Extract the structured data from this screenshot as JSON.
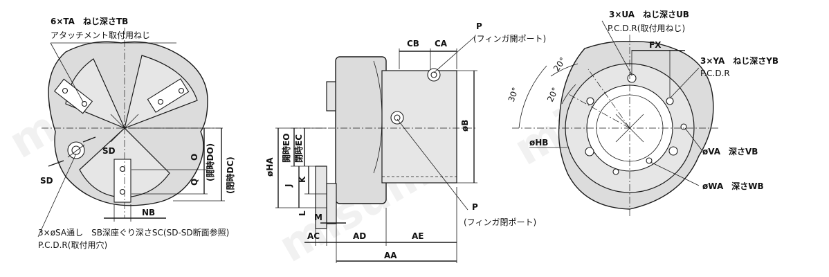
{
  "left_view": {
    "ta_note_line1": "6×TA　ねじ深さTB",
    "ta_note_line2": "アタッチメント取付用ねじ",
    "sd_label_1": "SD",
    "sd_label_2": "SD",
    "o_label": "O",
    "do_label": "(開時DO)",
    "q_label": "Q",
    "dc_label": "(閉時DC)",
    "nb_label": "NB",
    "sa_note_line1": "3×øSA通し　SB深座ぐり深さSC(SD-SD断面参照)",
    "sa_note_line2": "P.C.D.R(取付用穴)"
  },
  "middle_view": {
    "cb_label": "CB",
    "ca_label": "CA",
    "p_top_label": "P",
    "p_top_note": "(フィンガ開ポート)",
    "b_label": "øB",
    "ha_label": "øHA",
    "eo_label": "開時EO",
    "ec_label": "閉時EC",
    "j_label": "J",
    "k_label": "K",
    "l_label": "L",
    "m_label": "M",
    "p_bottom_label": "P",
    "p_bottom_note": "(フィンガ閉ポート)",
    "ac_label": "AC",
    "ad_label": "AD",
    "ae_label": "AE",
    "aa_label": "AA"
  },
  "right_view": {
    "ua_note_line1": "3×UA　ねじ深さUB",
    "ua_note_line2": "P.C.D.R(取付用ねじ)",
    "fx_label": "FX",
    "ya_note_line1": "3×YA　ねじ深さYB",
    "ya_note_line2": "P.C.D.R",
    "angle_20a": "20°",
    "angle_20b": "20°",
    "angle_30": "30°",
    "hb_label": "øHB",
    "va_label": "øVA　深さVB",
    "wa_label": "øWA　深さWB"
  },
  "watermark": "misumi"
}
